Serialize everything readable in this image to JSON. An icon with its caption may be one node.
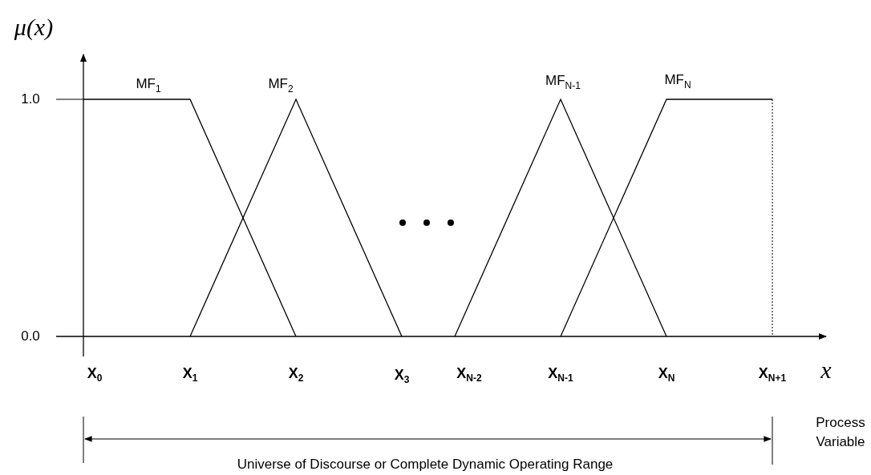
{
  "diagram": {
    "labels": [
      "μ(x)",
      "1.0",
      "0.0",
      "MF$_{1}$",
      "MF$_{2}$",
      "MF$_{N-1}$",
      "MF$_{N}$",
      "X$_{0}$",
      "X$_{1}$",
      "X$_{2}$",
      "X$_{3}$",
      "X$_{N-2}$",
      "X$_{N-1}$",
      "X$_{N}$",
      "X$_{N+1}$",
      "x",
      "Process Variable",
      "Universe of Discourse or Complete Dynamic Operating Range"
    ]
  }
}
